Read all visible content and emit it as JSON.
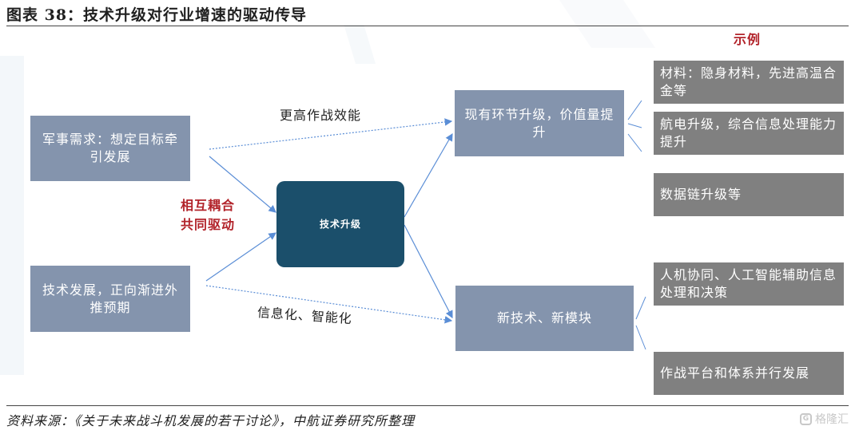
{
  "figure_title": "图表 38：技术升级对行业增速的驱动传导",
  "example_header": "示例",
  "left_boxes": {
    "military": "军事需求：想定目标牵引发展",
    "tech": "技术发展，正向渐进外推预期"
  },
  "mutual_label": "相互耦合\n共同驱动",
  "center_box": "技术升级",
  "edge_labels": {
    "upper": "更高作战效能",
    "lower": "信息化、智能化"
  },
  "right_boxes": {
    "upgrade": "现有环节升级，价值量提升",
    "new": "新技术、新模块"
  },
  "examples": [
    "材料：隐身材料，先进高温合金等",
    "航电升级，综合信息处理能力提升",
    "数据链升级等",
    "人机协同、人工智能辅助信息处理和决策",
    "作战平台和体系并行发展"
  ],
  "source": "资料来源：《关于未来战斗机发展的若干讨论》，中航证券研究所整理",
  "logo_text": "格隆汇",
  "colors": {
    "box_blue": "#8494ad",
    "box_gray": "#808080",
    "center_dark": "#1b4f6b",
    "red_text": "#b2232a",
    "arrow": "#5b8ed6"
  }
}
